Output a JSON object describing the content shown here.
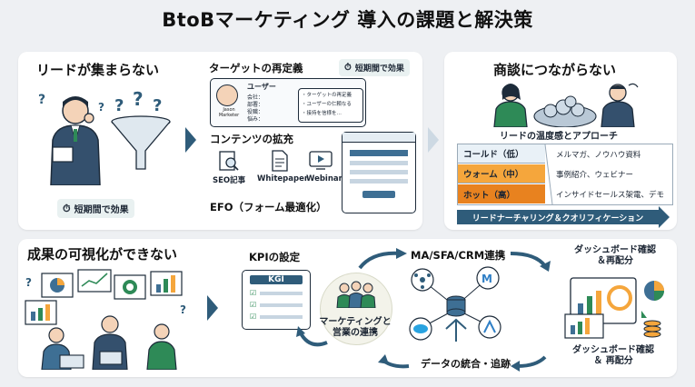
{
  "title": "BtoBマーケティング 導入の課題と解決策",
  "left_top": {
    "heading": "リードが集まらない",
    "badge": "短期間で効果",
    "question_marks": "? ? ?"
  },
  "target": {
    "heading": "ターゲットの再定義",
    "badge": "短期間で効果",
    "card_title": "ユーザー",
    "profile_name": "Jason\nMarketer",
    "fields": [
      "会社：",
      "部署：",
      "役職：",
      "悩み："
    ],
    "bullets": [
      "・ターゲットの再定義",
      "・ユーザーの仁頼なる",
      "・接持を信様を…"
    ]
  },
  "contents": {
    "heading": "コンテンツの拡充",
    "items": [
      "SEO記事",
      "Whitepaper",
      "Webinar"
    ]
  },
  "efo": {
    "heading": "EFO（フォーム最適化）"
  },
  "right_top": {
    "heading": "商談につながらない",
    "subheading": "リードの温度感とアプローチ",
    "rows": [
      {
        "label": "コールド（低）",
        "desc": "メルマガ、ノウハウ資料",
        "color": "#e9f1f7"
      },
      {
        "label": "ウォーム（中）",
        "desc": "事例紹介、ウェビナー",
        "color": "#f5a63c"
      },
      {
        "label": "ホット（高）",
        "desc": "インサイドセールス架電、デモ",
        "color": "#e8821f"
      }
    ],
    "banner": "リードナーチャリング＆クオリフィケーション"
  },
  "bottom": {
    "heading": "成果の可視化ができない",
    "kpi_heading": "KPIの設定",
    "kgi_label": "KGI",
    "collab": "マーケティングと\n営業の連携",
    "ma_heading": "MA/SFA/CRM連携",
    "data_label": "データの統合・追跡",
    "dashboard_top": "ダッシュボード確認\n＆再配分",
    "dashboard_bottom": "ダッシュボード確認\n＆ 再配分"
  },
  "colors": {
    "accent": "#2f5c7a",
    "panel": "#ffffff",
    "background": "#eef0f3",
    "warm": "#f5a63c",
    "hot": "#e8821f"
  }
}
